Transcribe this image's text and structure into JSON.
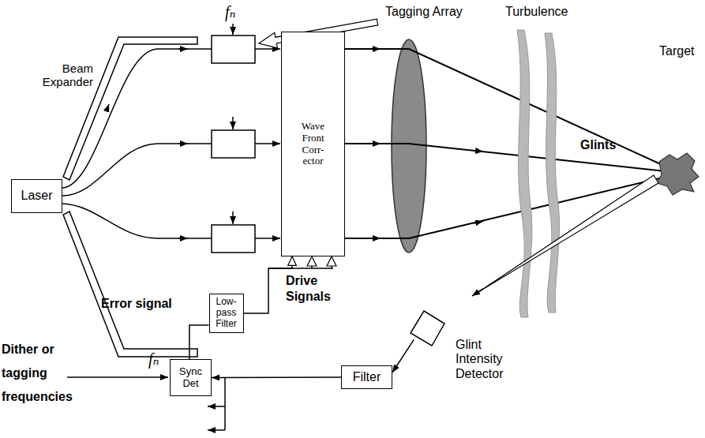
{
  "diagram": {
    "nodes": [
      {
        "text": [
          "Laser"
        ]
      },
      {
        "text": [
          "Wave Front Corr- ector"
        ]
      },
      {
        "text": [
          "Low- pass Filter"
        ]
      },
      {
        "text": [
          "Sync Det"
        ]
      },
      {
        "text": [
          "Filter"
        ]
      },
      {
        "text": [
          "Glint Intensity Detector"
        ]
      }
    ],
    "edges": [
      {
        "from": 5,
        "to": 4,
        "arrow": "to"
      },
      {
        "from": 4,
        "to": 3,
        "arrow": "to"
      },
      {
        "from": 3,
        "to": 2,
        "arrow": "none"
      },
      {
        "from": 2,
        "to": 1,
        "arrow": "to"
      }
    ],
    "labels": [
      "Beam Expander",
      "fₙ",
      "Tagging Array",
      "Turbulence",
      "Target",
      "Glints",
      "Drive Signals",
      "Error signal",
      "Dither or tagging frequencies",
      "fₙ"
    ]
  }
}
